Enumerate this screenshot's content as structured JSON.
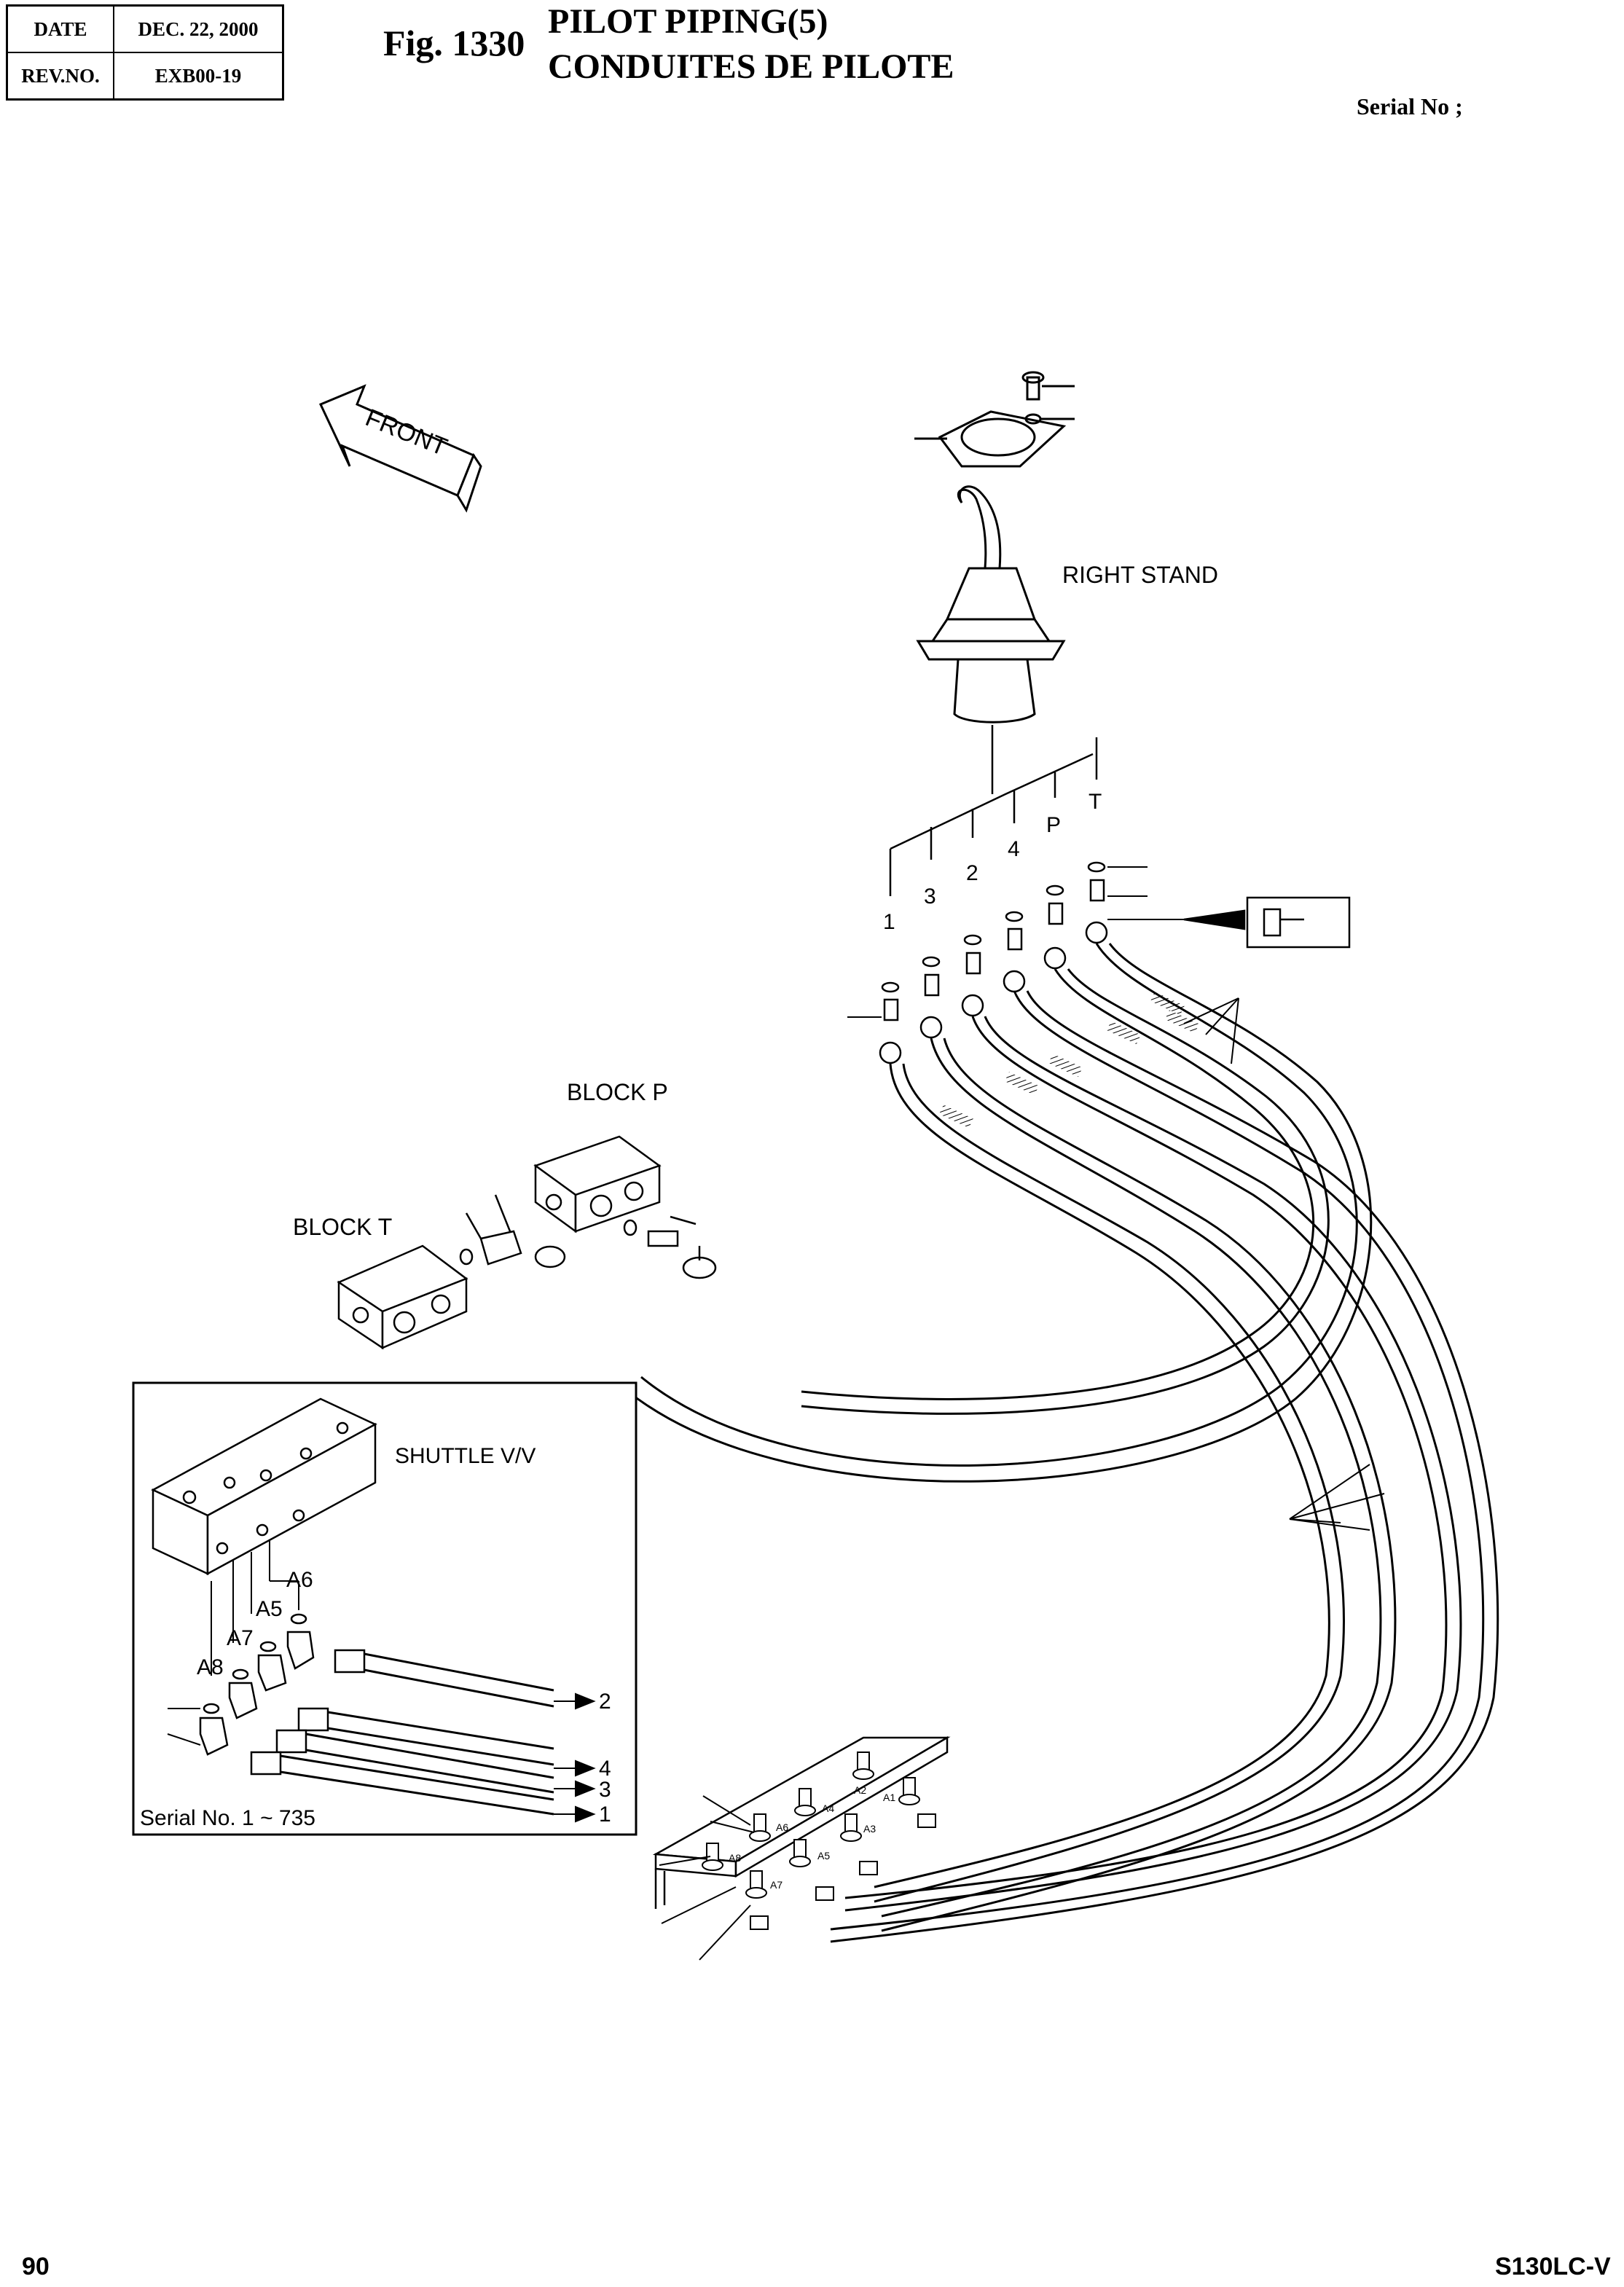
{
  "header": {
    "date_label": "DATE",
    "date_value": "DEC. 22, 2000",
    "rev_label": "REV.NO.",
    "rev_value": "EXB00-19",
    "fig_number": "Fig. 1330",
    "title_en": "PILOT PIPING(5)",
    "title_fr": "CONDUITES DE PILOTE",
    "serial_label": "Serial No ;"
  },
  "diagram": {
    "front_arrow": "FRONT",
    "right_stand": "RIGHT STAND",
    "port_labels": [
      "1",
      "3",
      "2",
      "4",
      "P",
      "T"
    ],
    "block_p": "BLOCK P",
    "block_t": "BLOCK T",
    "inset": {
      "title": "SHUTTLE V/V",
      "ports": [
        "A6",
        "A5",
        "A7",
        "A8"
      ],
      "lines": [
        "2",
        "4",
        "3",
        "1"
      ],
      "serial": "Serial No. 1 ~ 735"
    },
    "manifold_ports": [
      "A2",
      "A1",
      "A4",
      "A3",
      "A6",
      "A5",
      "A8",
      "A7"
    ]
  },
  "footer": {
    "page": "90",
    "model": "S130LC-V"
  }
}
